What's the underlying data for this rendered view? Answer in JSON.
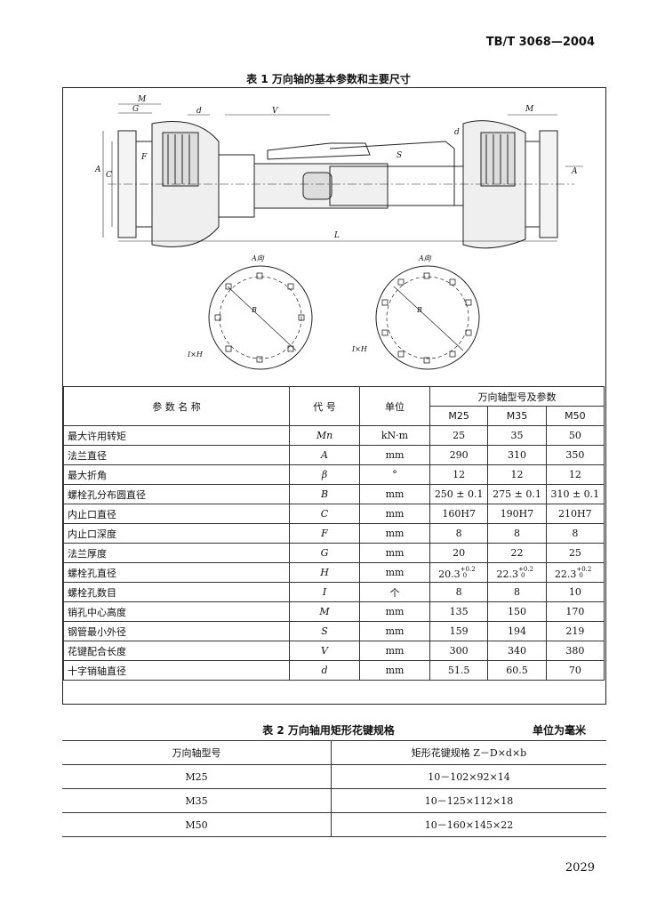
{
  "header": {
    "standard_code": "TB/T 3068—2004"
  },
  "table1": {
    "caption": "表 1  万向轴的基本参数和主要尺寸",
    "figure_labels": {
      "M": "M",
      "G": "G",
      "d": "d",
      "V": "V",
      "F": "F",
      "S": "S",
      "C": "C",
      "A": "A",
      "L": "L",
      "M_right": "M",
      "d_right": "d",
      "A_arrow": "A",
      "view_left": "A向",
      "view_right": "A向",
      "B_left": "B",
      "B_right": "B",
      "IH_left": "I×H",
      "IH_right": "I×H"
    },
    "header": {
      "param": "参   数   名   称",
      "code": "代  号",
      "unit": "单位",
      "group": "万向轴型号及参数",
      "models": [
        "M25",
        "M35",
        "M50"
      ]
    },
    "rows": [
      {
        "name": "最大许用转矩",
        "sym": "Mn",
        "unit": "kN·m",
        "v1": "25",
        "v2": "35",
        "v3": "50"
      },
      {
        "name": "法兰直径",
        "sym": "A",
        "unit": "mm",
        "v1": "290",
        "v2": "310",
        "v3": "350"
      },
      {
        "name": "最大折角",
        "sym": "β",
        "unit": "°",
        "v1": "12",
        "v2": "12",
        "v3": "12"
      },
      {
        "name": "螺栓孔分布圆直径",
        "sym": "B",
        "unit": "mm",
        "v1": "250 ± 0.1",
        "v2": "275 ± 0.1",
        "v3": "310 ± 0.1"
      },
      {
        "name": "内止口直径",
        "sym": "C",
        "unit": "mm",
        "v1": "160H7",
        "v2": "190H7",
        "v3": "210H7"
      },
      {
        "name": "内止口深度",
        "sym": "F",
        "unit": "mm",
        "v1": "8",
        "v2": "8",
        "v3": "8"
      },
      {
        "name": "法兰厚度",
        "sym": "G",
        "unit": "mm",
        "v1": "20",
        "v2": "22",
        "v3": "25"
      },
      {
        "name": "螺栓孔直径",
        "sym": "H",
        "unit": "mm",
        "v1": "20.3",
        "v2": "22.3",
        "v3": "22.3",
        "tol": "+0.2",
        "tol_low": "0"
      },
      {
        "name": "螺栓孔数目",
        "sym": "I",
        "unit": "个",
        "v1": "8",
        "v2": "8",
        "v3": "10"
      },
      {
        "name": "销孔中心高度",
        "sym": "M",
        "unit": "mm",
        "v1": "135",
        "v2": "150",
        "v3": "170"
      },
      {
        "name": "钢管最小外径",
        "sym": "S",
        "unit": "mm",
        "v1": "159",
        "v2": "194",
        "v3": "219"
      },
      {
        "name": "花键配合长度",
        "sym": "V",
        "unit": "mm",
        "v1": "300",
        "v2": "340",
        "v3": "380"
      },
      {
        "name": "十字销轴直径",
        "sym": "d",
        "unit": "mm",
        "v1": "51.5",
        "v2": "60.5",
        "v3": "70"
      }
    ]
  },
  "table2": {
    "caption": "表 2  万向轴用矩形花键规格",
    "unit_note": "单位为毫米",
    "header": {
      "model": "万向轴型号",
      "spec": "矩形花键规格 Z－D×d×b"
    },
    "rows": [
      {
        "model": "M25",
        "spec": "10－102×92×14"
      },
      {
        "model": "M35",
        "spec": "10－125×112×18"
      },
      {
        "model": "M50",
        "spec": "10－160×145×22"
      }
    ]
  },
  "page_number": "2029"
}
